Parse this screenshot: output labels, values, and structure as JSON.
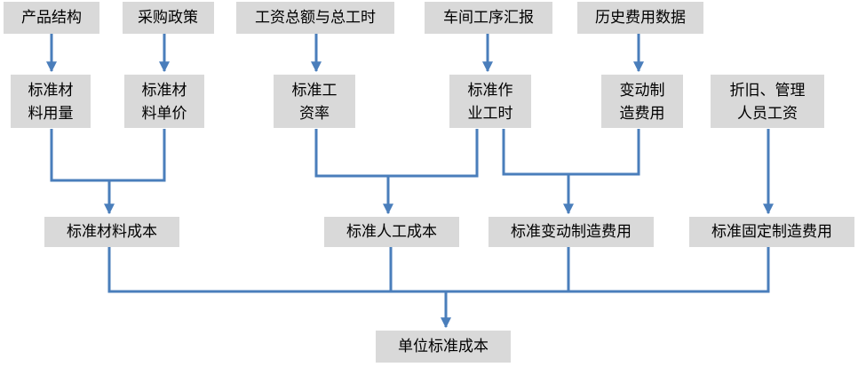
{
  "nodes": {
    "product_structure": "产品结构",
    "purchase_policy": "采购政策",
    "wages_hours": "工资总额与总工时",
    "workshop_process": "车间工序汇报",
    "historical_costs": "历史费用数据",
    "std_material_qty": [
      "标准材",
      "料用量"
    ],
    "std_material_price": [
      "标准材",
      "料单价"
    ],
    "std_wage_rate": [
      "标准工",
      "资率"
    ],
    "std_work_hours": [
      "标准作",
      "业工时"
    ],
    "variable_overhead": [
      "变动制",
      "造费用"
    ],
    "depreciation_mgmt": [
      "折旧、管理",
      "人员工资"
    ],
    "std_material_cost": "标准材料成本",
    "std_labor_cost": "标准人工成本",
    "std_variable_overhead": "标准变动制造费用",
    "std_fixed_overhead": "标准固定制造费用",
    "unit_std_cost": "单位标准成本"
  },
  "colors": {
    "box": "#d9d9d9",
    "connector": "#4a7ebb"
  }
}
